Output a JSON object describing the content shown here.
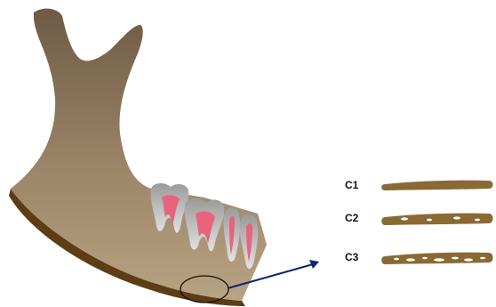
{
  "diagram": {
    "classes": [
      {
        "label": "C1",
        "pattern": "solid"
      },
      {
        "label": "C2",
        "pattern": "sparse-porous"
      },
      {
        "label": "C3",
        "pattern": "dense-porous"
      }
    ],
    "colors": {
      "mandible_top": "#6e5a45",
      "mandible_bottom": "#b59f80",
      "mandible_edge": "#5c3d14",
      "cortical": "#8a6a34",
      "teeth": "#c9c9c9",
      "pulp": "#e8637c",
      "arrow": "#10266e",
      "circle": "#111111"
    }
  }
}
